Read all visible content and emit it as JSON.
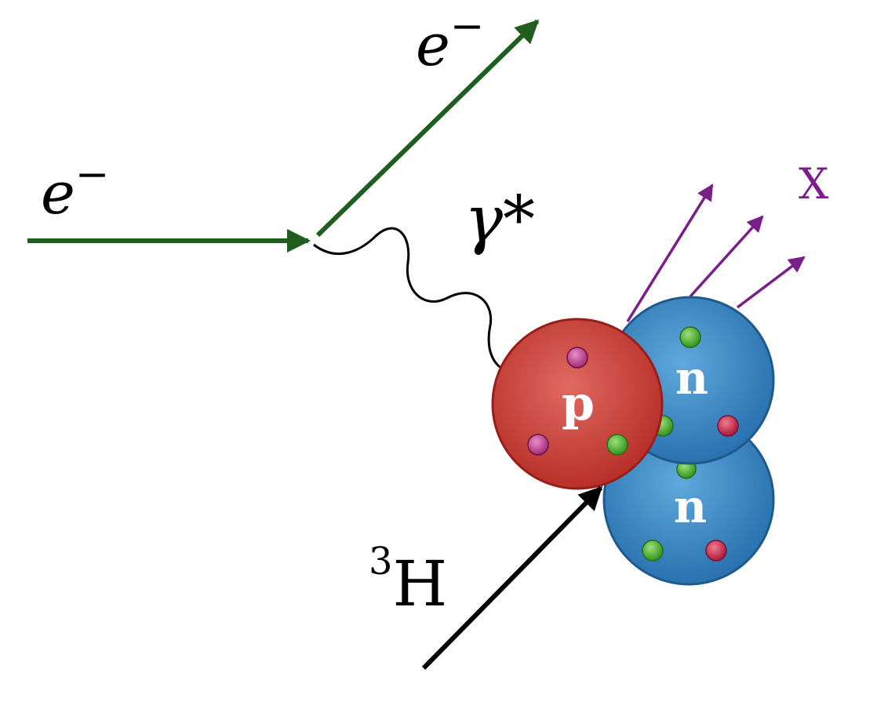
{
  "diagram": {
    "labels": {
      "incoming_electron": "e",
      "incoming_electron_charge": "−",
      "outgoing_electron": "e",
      "outgoing_electron_charge": "−",
      "virtual_photon": "γ*",
      "target": "H",
      "target_mass_number": "3",
      "products": "X"
    },
    "nucleons": [
      {
        "kind": "proton",
        "label": "p"
      },
      {
        "kind": "neutron",
        "label": "n"
      },
      {
        "kind": "neutron",
        "label": "n"
      }
    ],
    "colors": {
      "electron_line": "#1f5e1f",
      "photon_line": "#000000",
      "target_arrow": "#000000",
      "product_arrows": "#7a1f8a",
      "proton_fill": "#c8423a",
      "neutron_fill": "#3f8fce",
      "quark_green": "#4caf2e",
      "quark_magenta": "#c0408a",
      "quark_red": "#c8304a"
    }
  }
}
